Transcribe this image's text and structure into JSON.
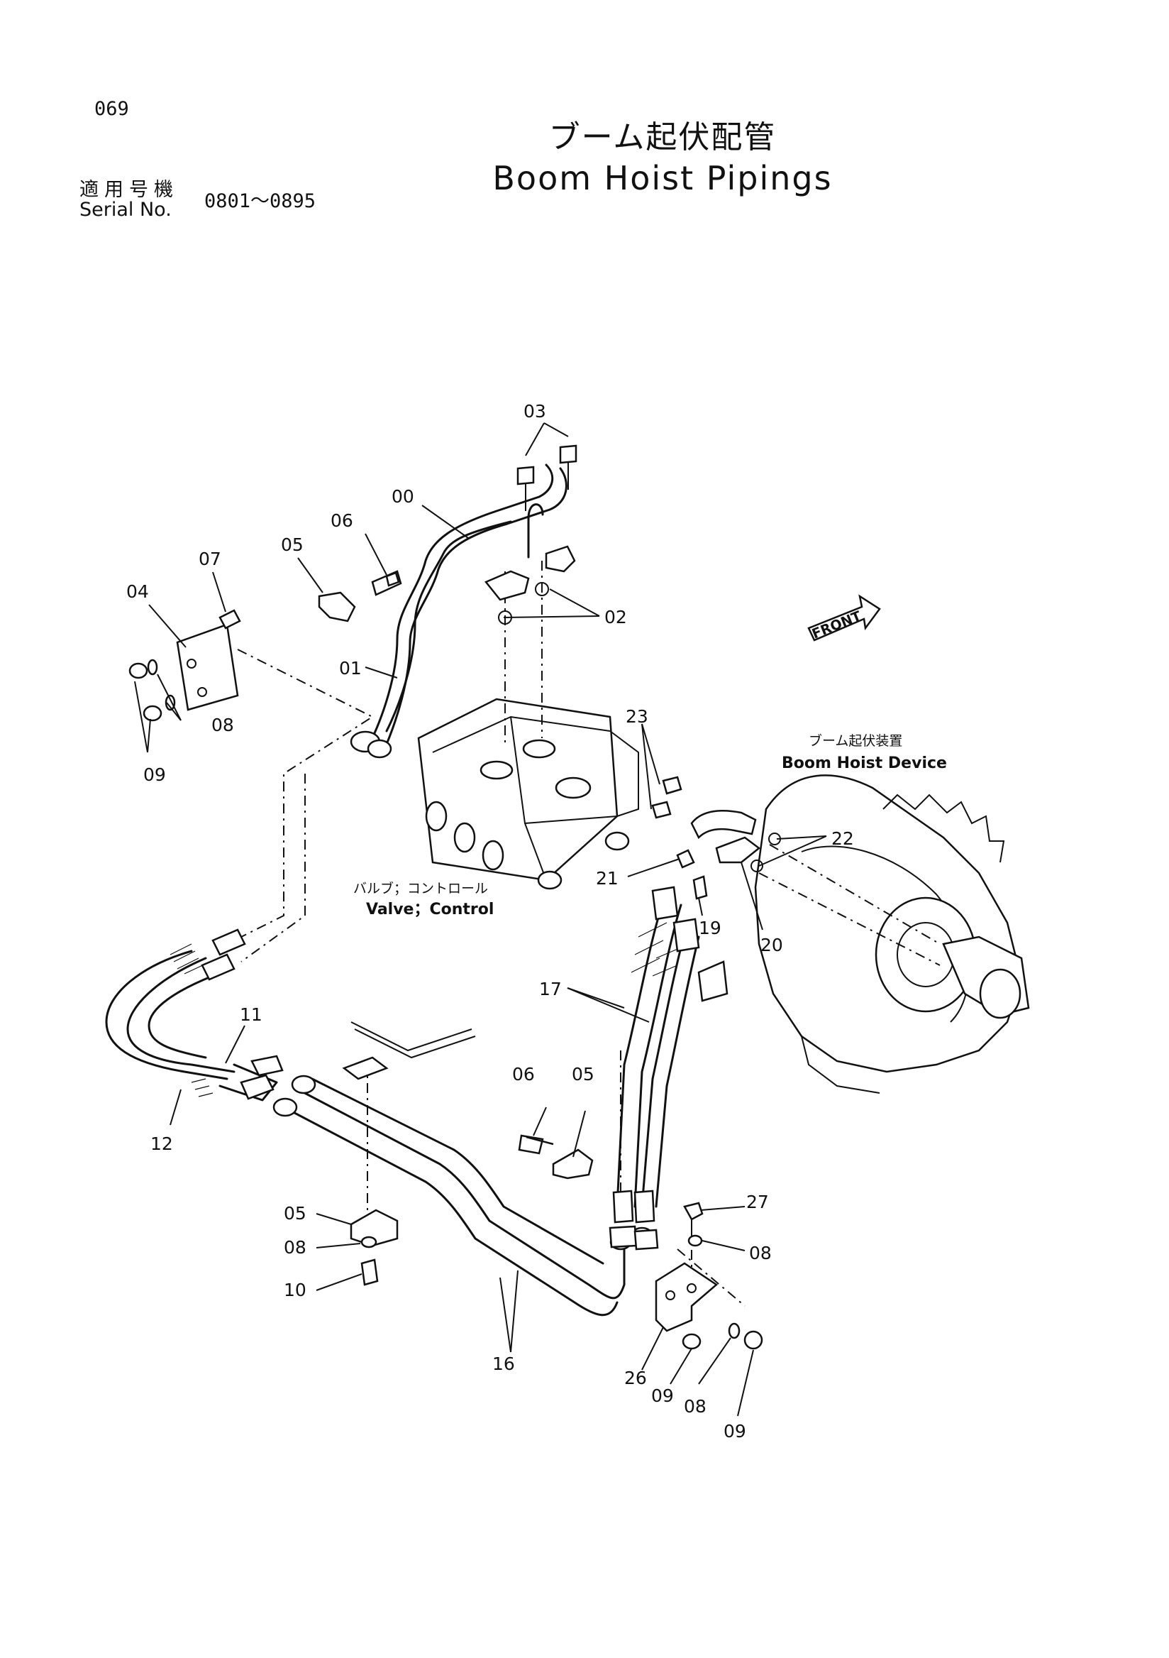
{
  "header": {
    "page_number": "069",
    "title_jp": "ブーム起伏配管",
    "title_en": "Boom Hoist Pipings",
    "serial_label_jp": "適用号機",
    "serial_label_en": "Serial No.",
    "serial_range": "0801～0895"
  },
  "labels": {
    "valve_jp": "バルブ；コントロール",
    "valve_en": "Valve；Control",
    "device_jp": "ブーム起伏装置",
    "device_en": "Boom Hoist Device",
    "front": "FRONT"
  },
  "callouts": {
    "c00": "00",
    "c01": "01",
    "c02": "02",
    "c03": "03",
    "c04": "04",
    "c05a": "05",
    "c05b": "05",
    "c05c": "05",
    "c06a": "06",
    "c06b": "06",
    "c07": "07",
    "c08a": "08",
    "c08b": "08",
    "c08c": "08",
    "c08d": "08",
    "c09a": "09",
    "c09b": "09",
    "c09c": "09",
    "c10": "10",
    "c11": "11",
    "c12": "12",
    "c16": "16",
    "c17": "17",
    "c19": "19",
    "c20": "20",
    "c21": "21",
    "c22": "22",
    "c23": "23",
    "c26": "26",
    "c27": "27"
  }
}
